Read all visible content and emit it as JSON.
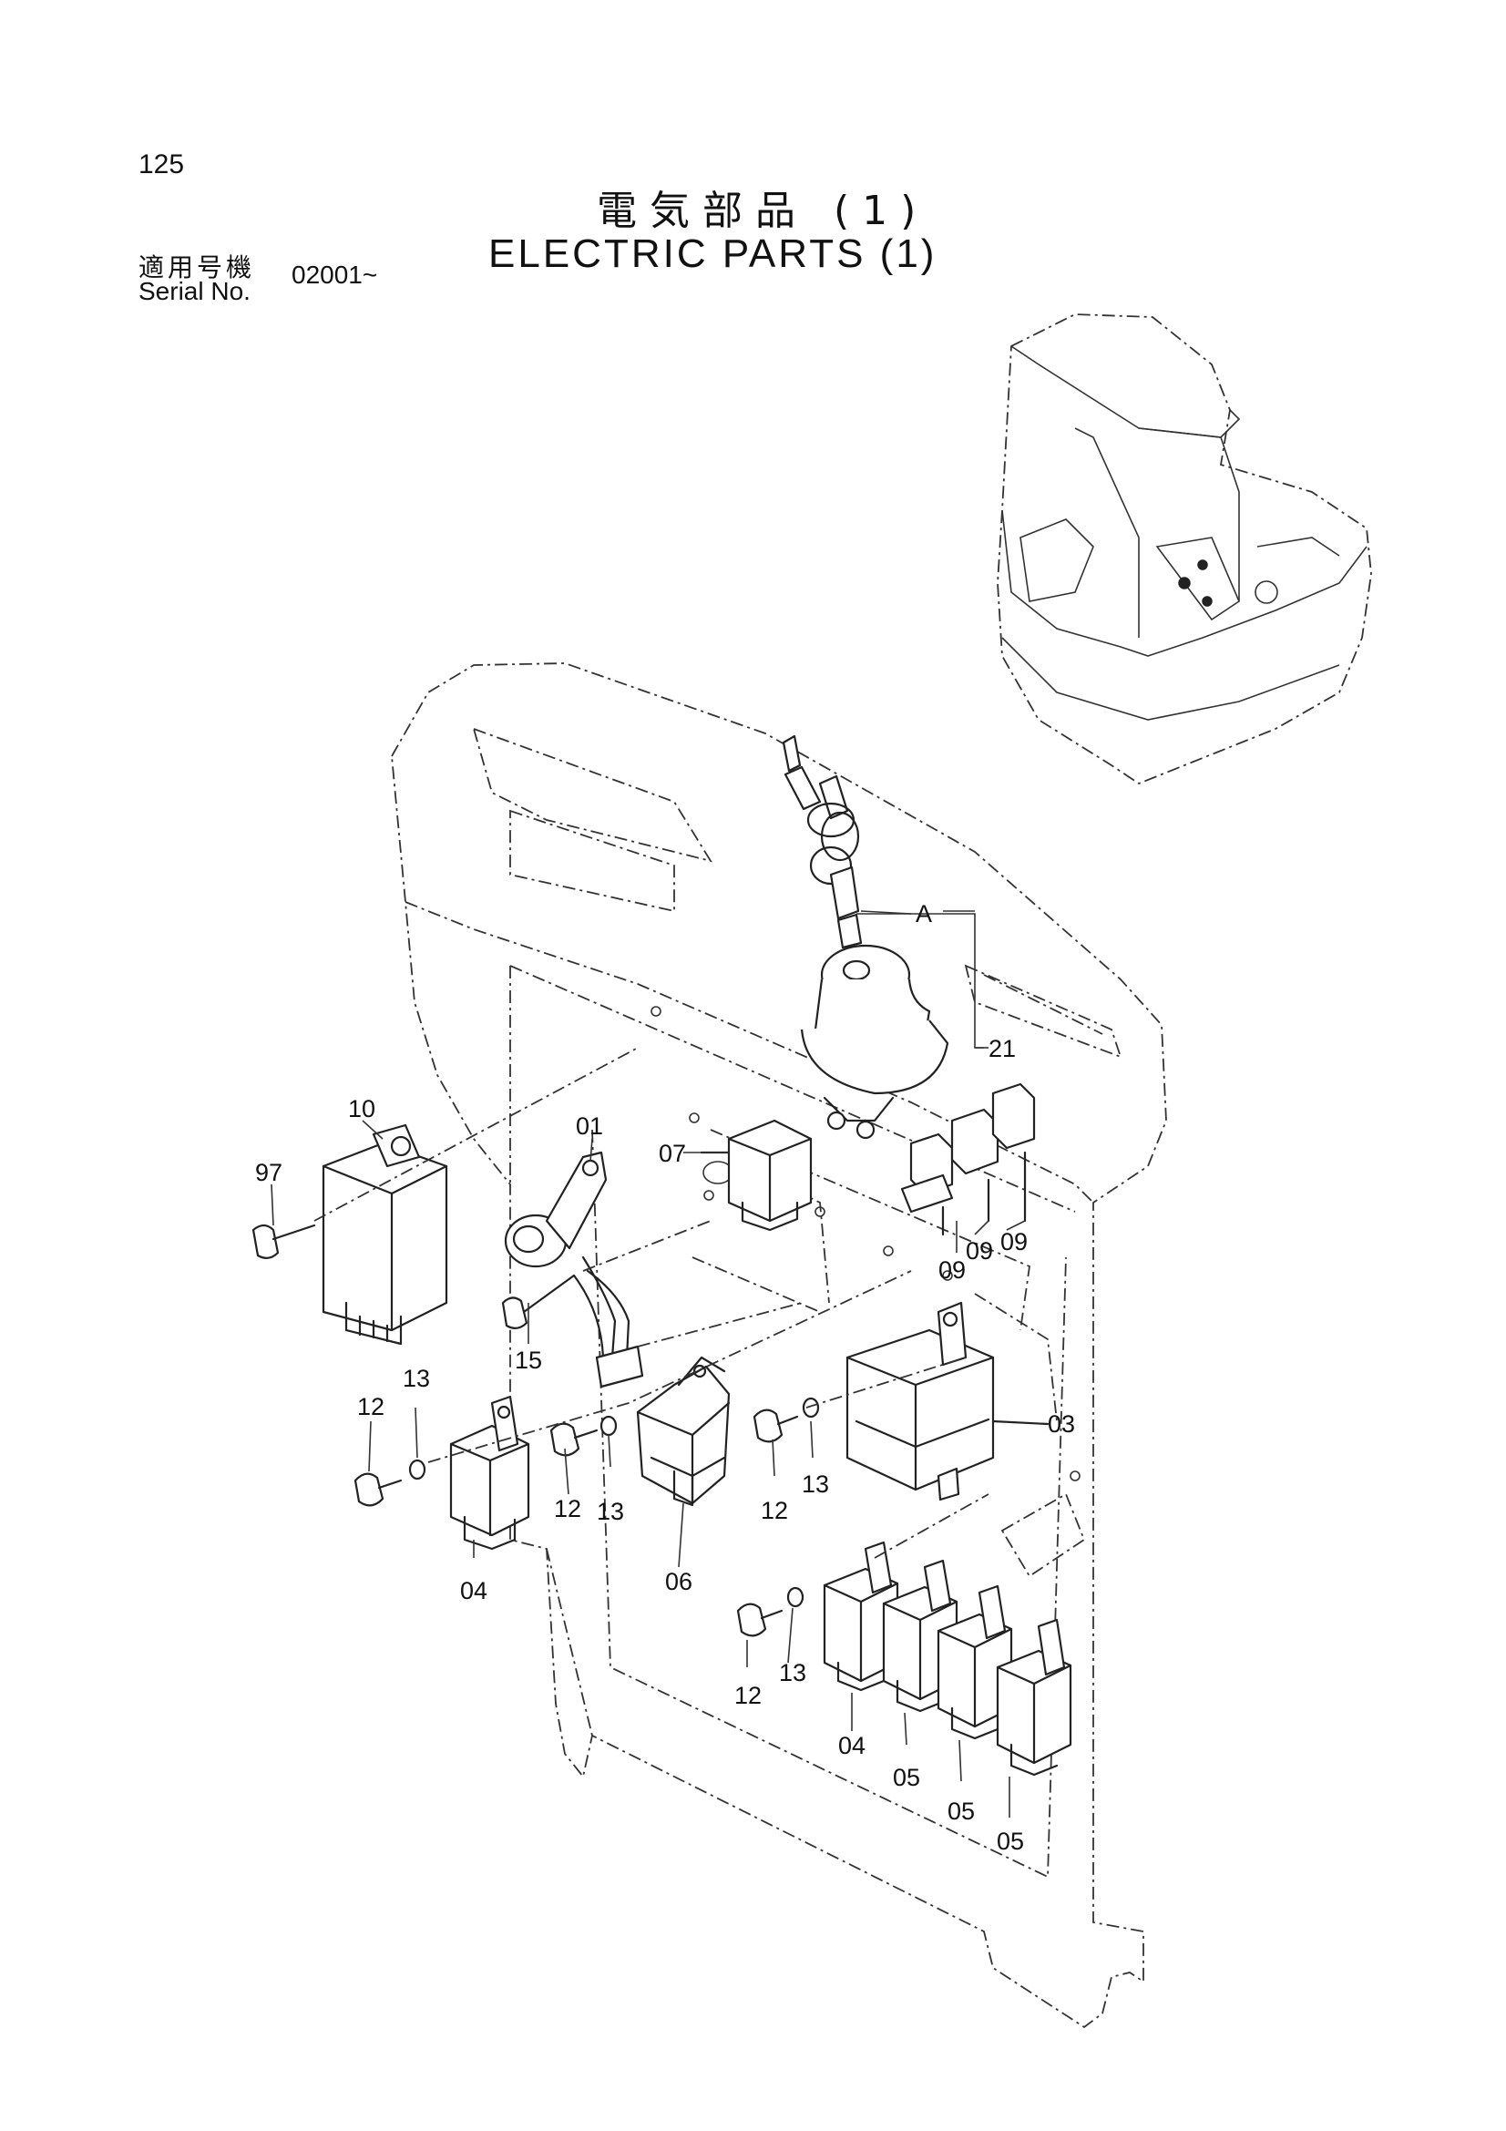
{
  "header": {
    "page_number": "125",
    "title_jp": "電気部品 (1)",
    "title_en": "ELECTRIC PARTS (1)",
    "serial_label_jp": "適用号機",
    "serial_label_en": "Serial No.",
    "serial_value": "02001~"
  },
  "callouts": {
    "c01": "01",
    "c03": "03",
    "c04a": "04",
    "c04b": "04",
    "c05a": "05",
    "c05b": "05",
    "c05c": "05",
    "c06": "06",
    "c07": "07",
    "c09a": "09",
    "c09b": "09",
    "c09c": "09",
    "c10": "10",
    "c12a": "12",
    "c12b": "12",
    "c12c": "12",
    "c12d": "12",
    "c13a": "13",
    "c13b": "13",
    "c13c": "13",
    "c13d": "13",
    "c15": "15",
    "c21": "21",
    "c97": "97",
    "cA": "A"
  }
}
